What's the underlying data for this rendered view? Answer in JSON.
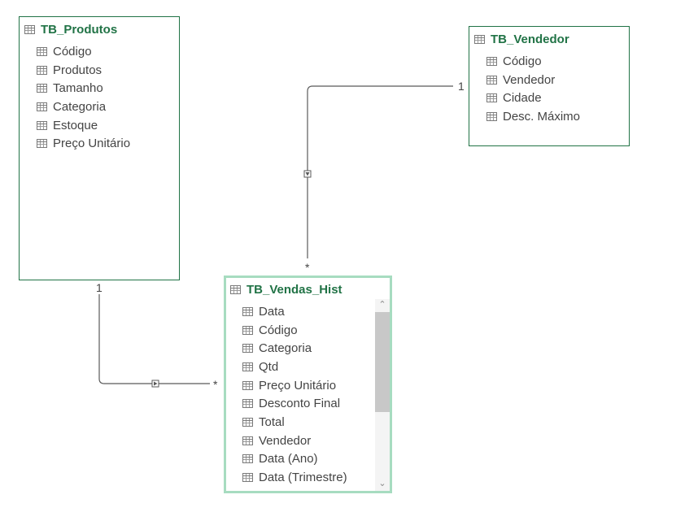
{
  "tables": {
    "produtos": {
      "title": "TB_Produtos",
      "fields": [
        "Código",
        "Produtos",
        "Tamanho",
        "Categoria",
        "Estoque",
        "Preço Unitário"
      ]
    },
    "vendedor": {
      "title": "TB_Vendedor",
      "fields": [
        "Código",
        "Vendedor",
        "Cidade",
        "Desc. Máximo"
      ]
    },
    "vendas_hist": {
      "title": "TB_Vendas_Hist",
      "fields": [
        "Data",
        "Código",
        "Categoria",
        "Qtd",
        "Preço Unitário",
        "Desconto Final",
        "Total",
        "Vendedor",
        "Data (Ano)",
        "Data (Trimestre)"
      ]
    }
  },
  "relationships": {
    "produtos_to_vendas": {
      "one_label": "1",
      "many_label": "*"
    },
    "vendedor_to_vendas": {
      "one_label": "1",
      "many_label": "*"
    }
  },
  "colors": {
    "table_title": "#217346",
    "table_border": "#217346",
    "selected_border": "#a7dcc0",
    "field_text": "#444444",
    "connector": "#595959"
  },
  "icons": {
    "table": "table-grid-icon",
    "field": "field-grid-icon",
    "scroll_up": "chevron-up-icon",
    "scroll_down": "chevron-down-icon",
    "direction": "filter-direction-arrow-icon"
  }
}
